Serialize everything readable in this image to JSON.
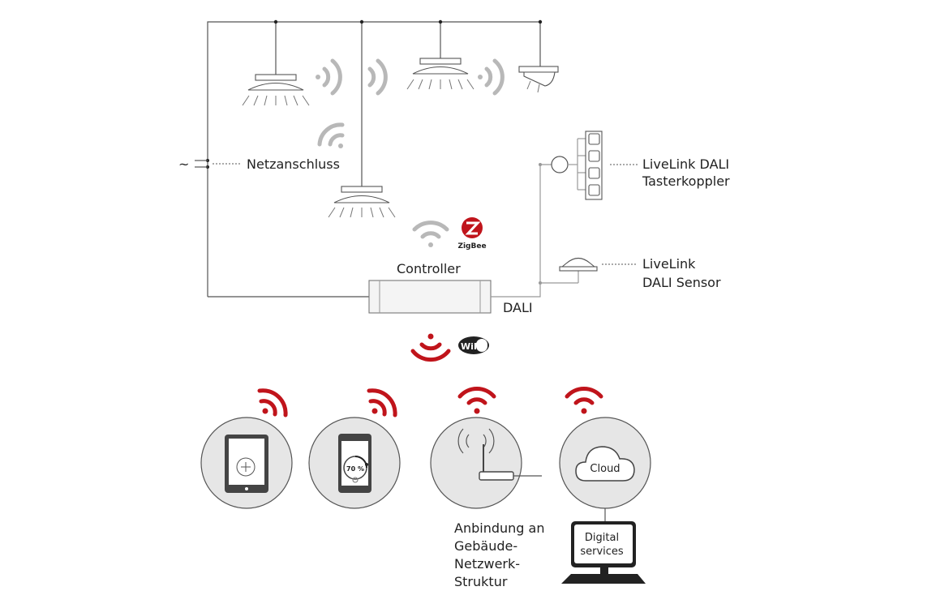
{
  "power": {
    "symbol": "~",
    "label": "Netzanschluss"
  },
  "controller": {
    "label": "Controller",
    "bus_label": "DALI"
  },
  "protocols": {
    "zigbee_text": "ZigBee",
    "wifi_text": "WiFi"
  },
  "dali_devices": {
    "button_coupler": {
      "line1": "LiveLink DALI",
      "line2": "Tasterkoppler"
    },
    "sensor": {
      "line1": "LiveLink",
      "line2": "DALI Sensor"
    }
  },
  "clients": {
    "phone_value": "70 %",
    "router_caption": [
      "Anbindung an",
      "Gebäude-",
      "Netzwerk-",
      "Struktur"
    ],
    "cloud_label": "Cloud",
    "monitor_label": [
      "Digital",
      "services"
    ]
  },
  "colors": {
    "accent_red": "#c0141b",
    "grey_wave": "#b8b8b8",
    "line": "#555555",
    "circle_fill": "#e6e6e6"
  }
}
